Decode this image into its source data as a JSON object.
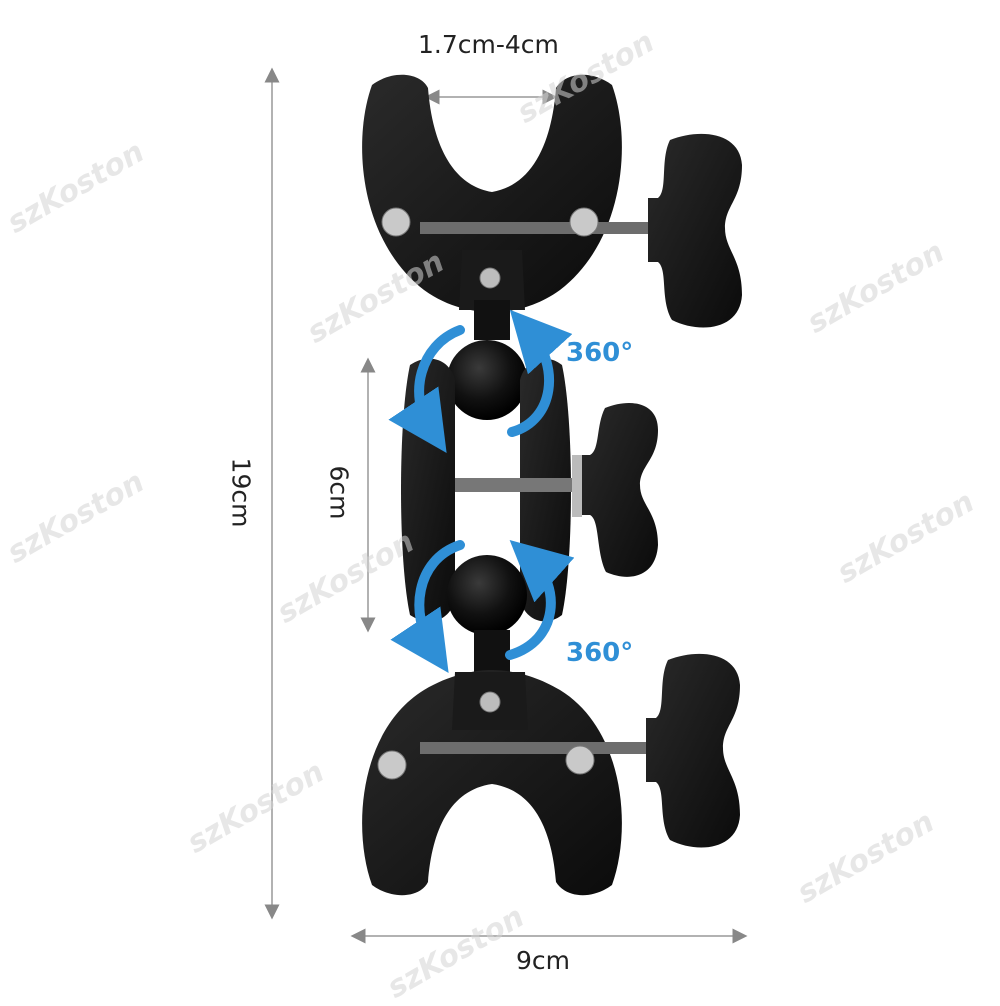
{
  "dimensions": {
    "clamp_opening": "1.7cm-4cm",
    "total_height": "19cm",
    "arm_length": "6cm",
    "width": "9cm"
  },
  "rotation": {
    "top": "360°",
    "bottom": "360°"
  },
  "watermark": {
    "text": "szKoston"
  },
  "colors": {
    "background": "#ffffff",
    "product": "#111111",
    "accent_arrow": "#2f8fd6",
    "dimension_line": "#999999"
  },
  "icons": {
    "top_rotation": "rotate-360-arrow-icon",
    "bottom_rotation": "rotate-360-arrow-icon"
  }
}
